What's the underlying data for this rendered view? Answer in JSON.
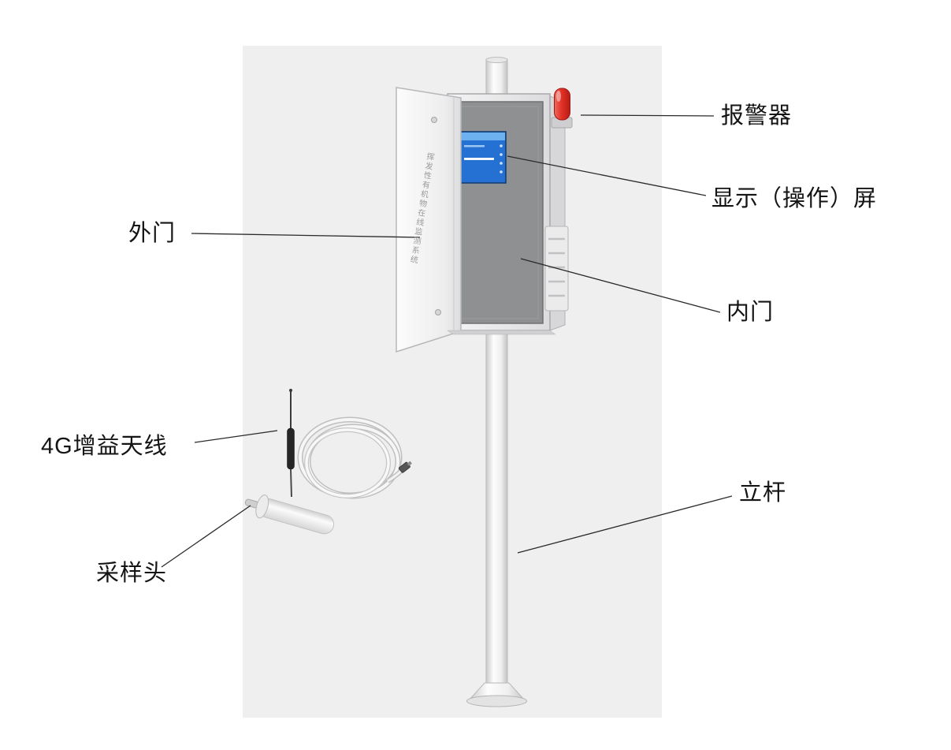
{
  "page": {
    "background_color": "#ffffff",
    "panel_color": "#efefef"
  },
  "device": {
    "door_text": "挥发性有机物在线监测系统",
    "colors": {
      "alarm_red": "#e23228",
      "screen_blue": "#2470d3",
      "screen_header_blue": "#6db1f0",
      "cabinet_inner_gray": "#8f9092",
      "pole_white": "#f7f7f7",
      "leader_line": "#2a2a2a"
    }
  },
  "labels": {
    "alarm": "报警器",
    "display": "显示（操作）屏",
    "outer_door": "外门",
    "inner_door": "内门",
    "antenna": "4G增益天线",
    "sampling_head": "采样头",
    "pole": "立杆"
  }
}
